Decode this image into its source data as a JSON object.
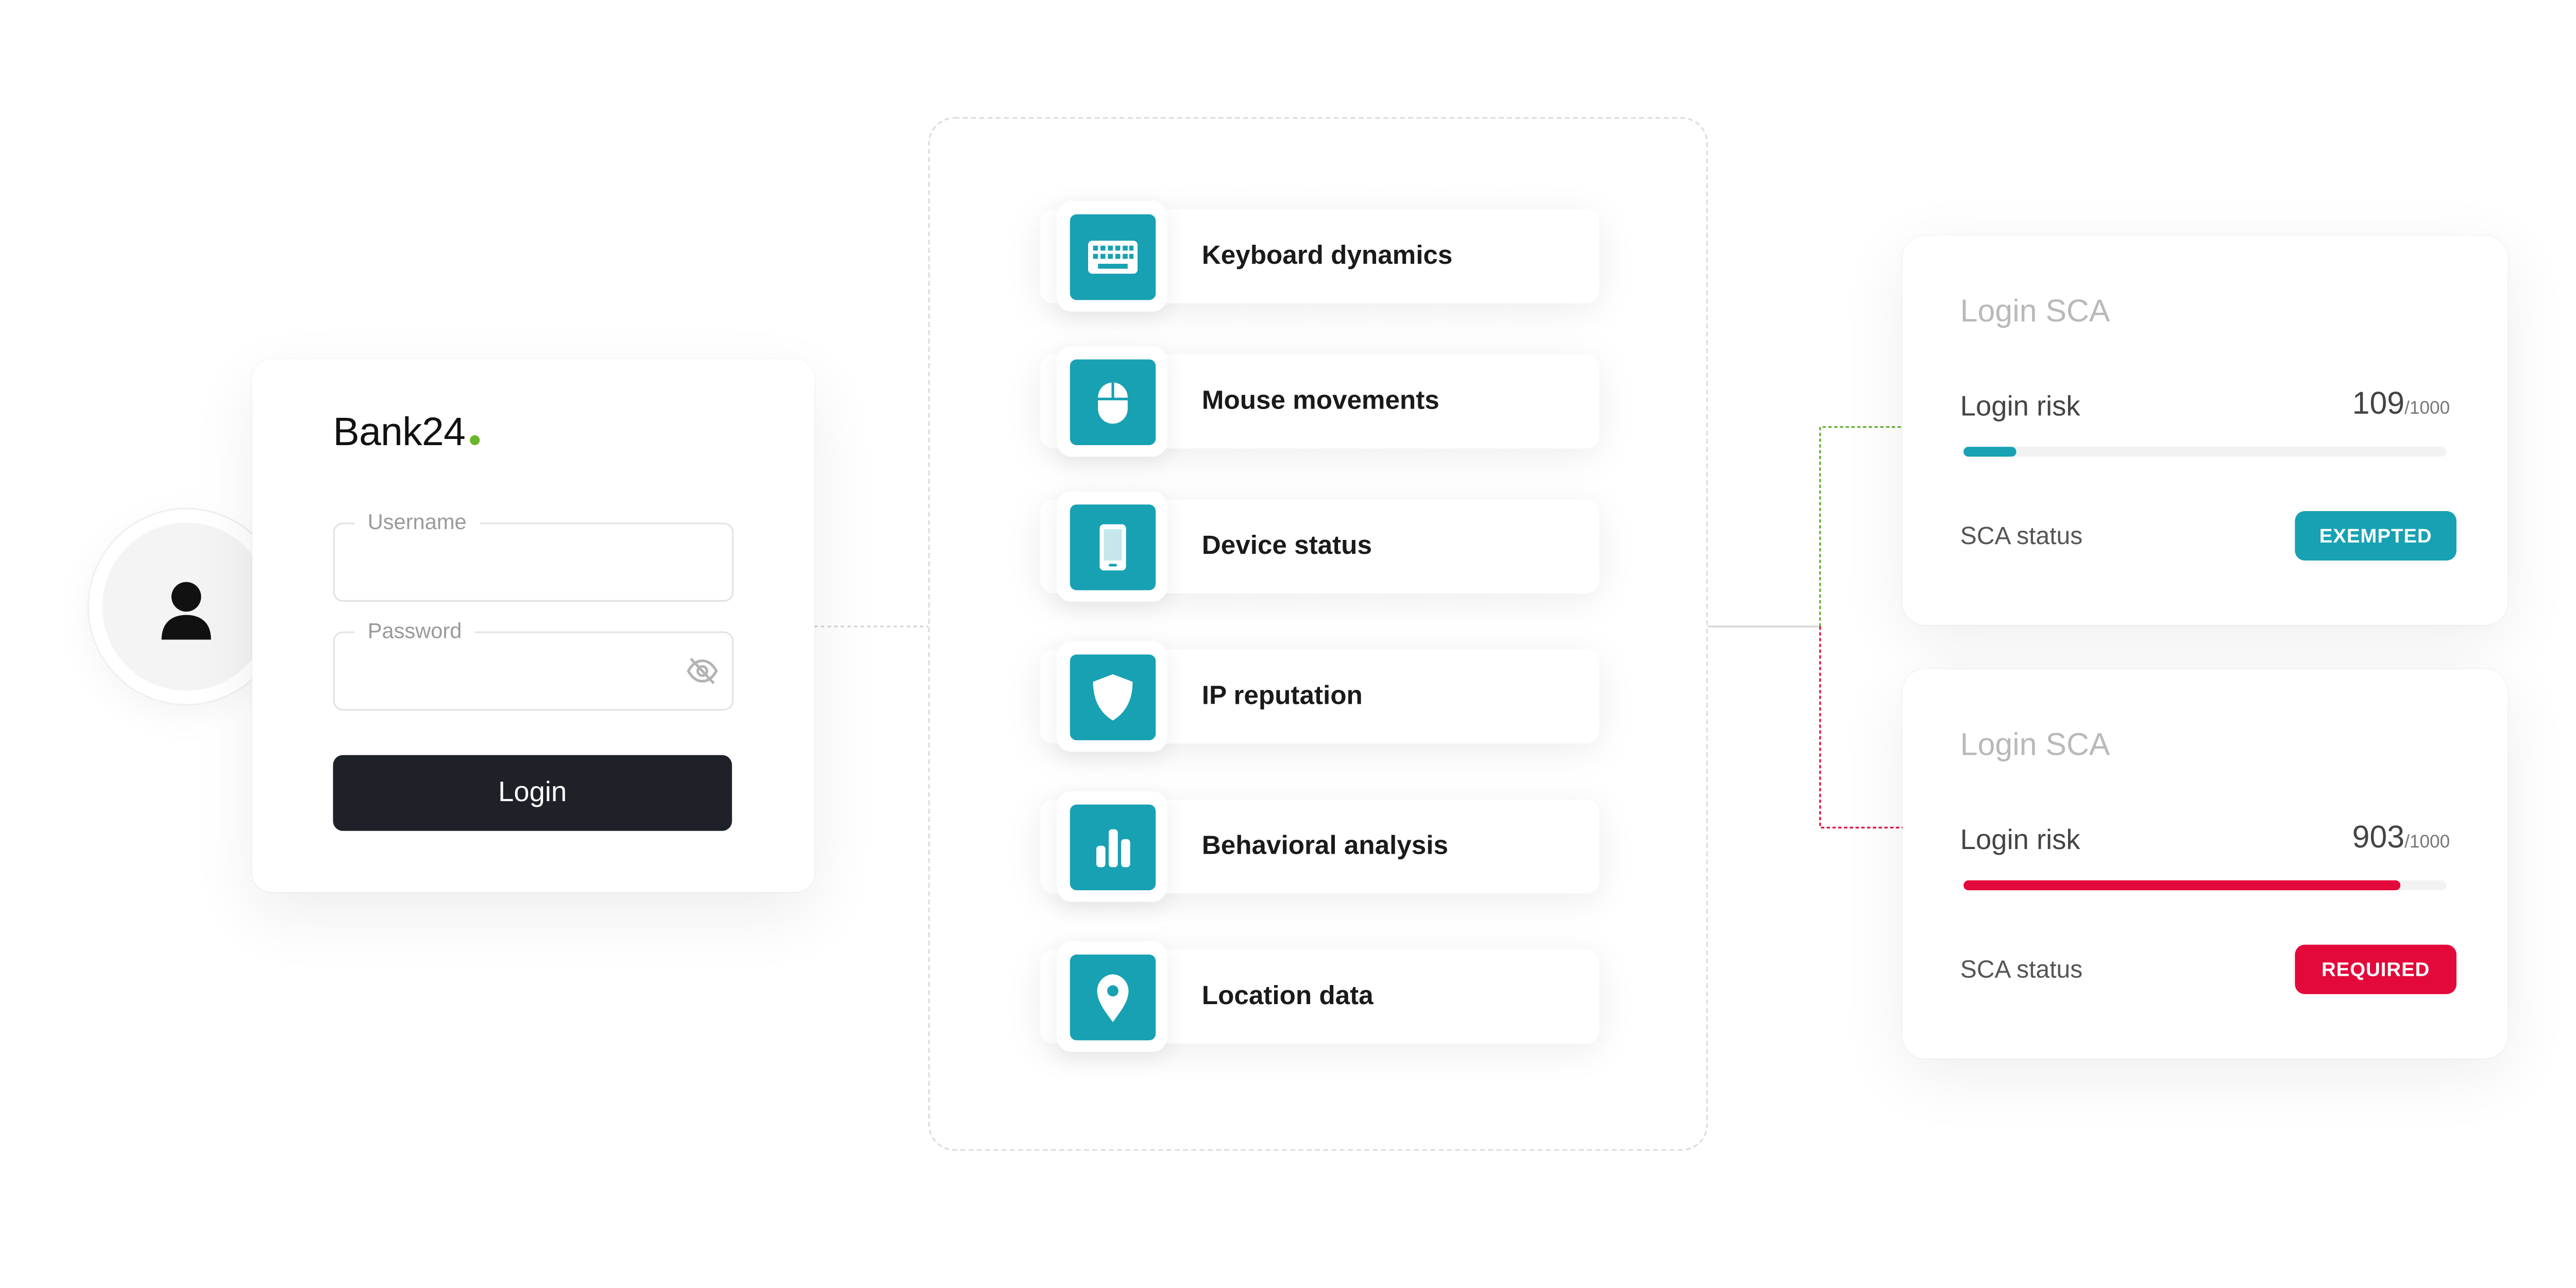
{
  "login_card": {
    "brand": "Bank24",
    "username_label": "Username",
    "password_label": "Password",
    "login_button": "Login"
  },
  "factors": [
    {
      "label": "Keyboard dynamics",
      "icon": "keyboard-icon"
    },
    {
      "label": "Mouse movements",
      "icon": "mouse-icon"
    },
    {
      "label": "Device status",
      "icon": "smartphone-icon"
    },
    {
      "label": "IP reputation",
      "icon": "shield-icon"
    },
    {
      "label": "Behavioral analysis",
      "icon": "bar-chart-icon"
    },
    {
      "label": "Location data",
      "icon": "location-pin-icon"
    }
  ],
  "results": [
    {
      "title": "Login SCA",
      "risk_label": "Login risk",
      "risk_value": "109",
      "risk_max": "/1000",
      "risk_fraction": 0.109,
      "status_label": "SCA status",
      "status": "EXEMPTED",
      "status_color": "#17a1b3",
      "connector_color": "#5cab29"
    },
    {
      "title": "Login SCA",
      "risk_label": "Login risk",
      "risk_value": "903",
      "risk_max": "/1000",
      "risk_fraction": 0.903,
      "status_label": "SCA status",
      "status": "REQUIRED",
      "status_color": "#e3093a",
      "connector_color": "#e3093a"
    }
  ],
  "colors": {
    "accent": "#17a1b3",
    "button_dark": "#1e2128",
    "brand_dot": "#6bb52a"
  }
}
